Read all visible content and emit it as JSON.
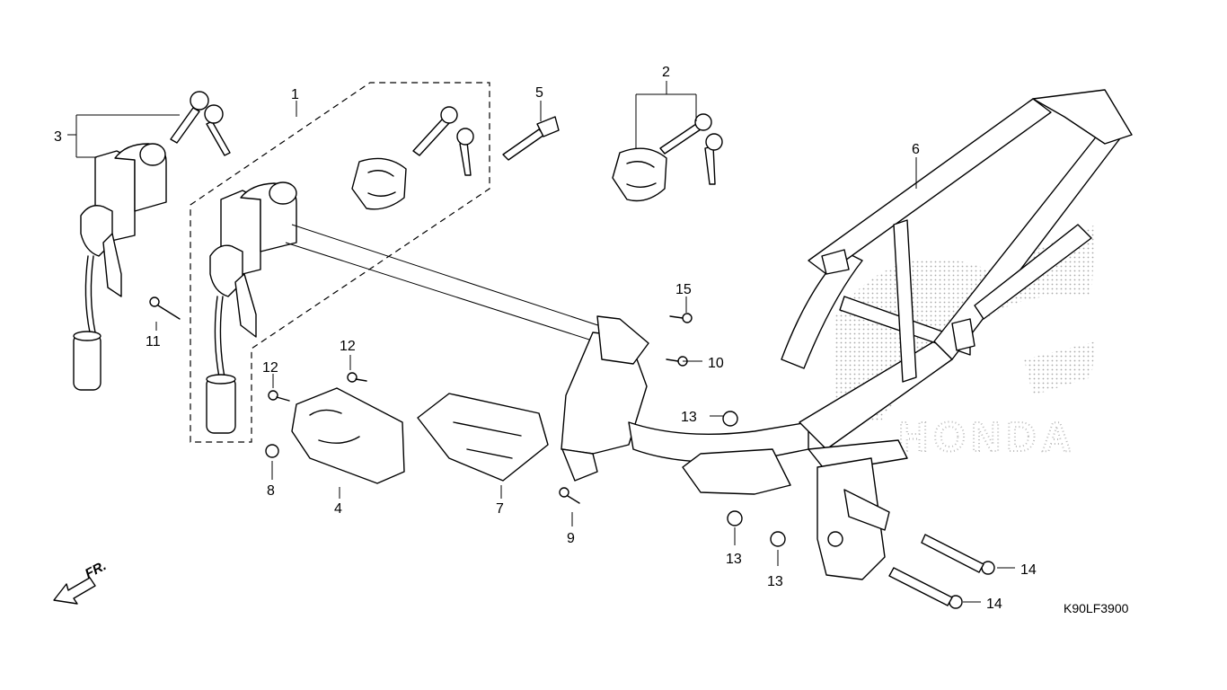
{
  "diagram": {
    "code": "K90LF3900",
    "direction_label": "FR.",
    "watermark_text": "HONDA",
    "callouts": [
      "1",
      "2",
      "3",
      "4",
      "5",
      "6",
      "7",
      "8",
      "9",
      "10",
      "11",
      "12",
      "12",
      "13",
      "13",
      "13",
      "14",
      "14",
      "15"
    ],
    "icons": [
      "ignition-switch-icon",
      "key-icon",
      "key-cover-icon",
      "frame-body-icon",
      "bolt-icon",
      "nut-icon",
      "arrow-forward-icon"
    ],
    "line_color": "#000000",
    "watermark_color": "#bbbbbb"
  }
}
